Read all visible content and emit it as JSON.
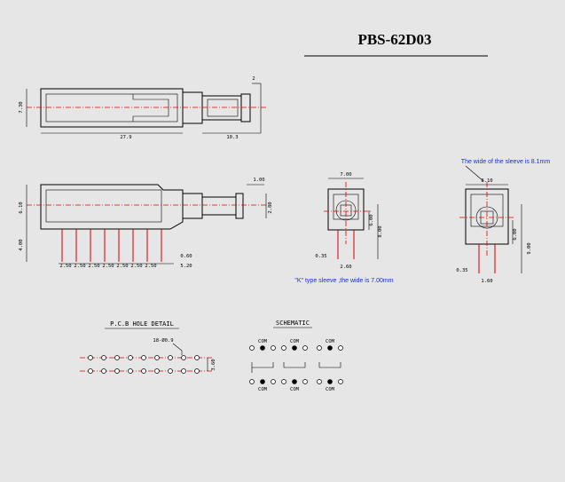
{
  "title": "PBS-62D03",
  "top_view": {
    "dims": [
      "7.30",
      "27.9",
      "10.3",
      "2"
    ]
  },
  "side_view": {
    "dims": [
      "1.00",
      "2.80",
      "6.10",
      "4.00",
      "0.60",
      "5.20"
    ],
    "pitch_labels": [
      "2.50",
      "2.50",
      "2.50",
      "2.50",
      "2.50",
      "2.50",
      "2.50"
    ]
  },
  "end_view_standard": {
    "dims": [
      "7.00",
      "0.35",
      "2.60",
      "6.00",
      "8.00"
    ],
    "note": "\"K\" type sleeve ,the wide is 7.00mm"
  },
  "end_view_wide": {
    "dims": [
      "8.10",
      "6.00",
      "9.00",
      "0.35",
      "1.60"
    ],
    "note": "The wide of the sleeve is 8.1mm"
  },
  "pcb_detail": {
    "title": "P.C.B HOLE DETAIL",
    "hole_label": "18-Ø0.9",
    "pitch": "3.60"
  },
  "schematic": {
    "title": "SCHEMATIC",
    "com_label": "COM"
  }
}
